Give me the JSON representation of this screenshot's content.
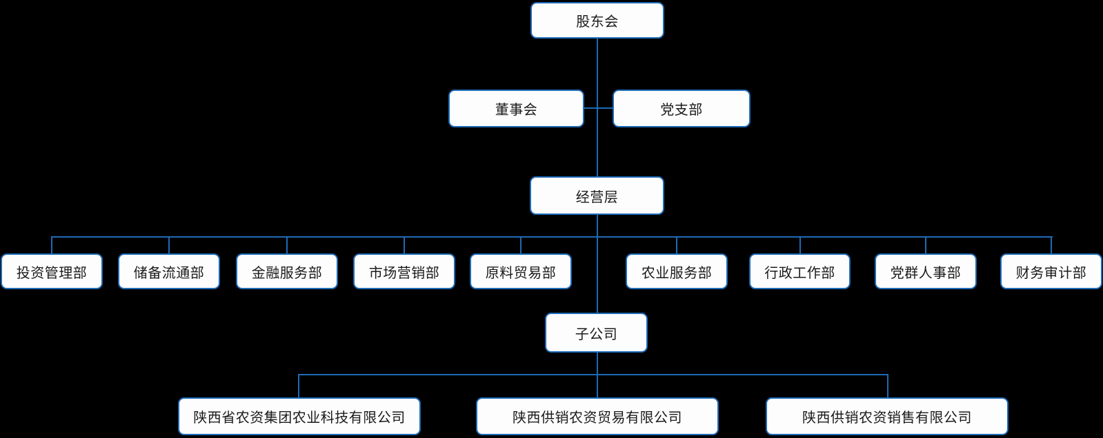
{
  "colors": {
    "background": "#000000",
    "connector_line": "#1E6BB8",
    "node_border": "#1E6BB8",
    "node_fill": "#FDFDFE",
    "node_text": "#1A1A1A"
  },
  "org_chart": {
    "type": "org-chart",
    "root": {
      "label": "股东会"
    },
    "governance": [
      {
        "label": "董事会"
      },
      {
        "label": "党支部"
      }
    ],
    "management": {
      "label": "经营层"
    },
    "departments": [
      {
        "label": "投资管理部"
      },
      {
        "label": "储备流通部"
      },
      {
        "label": "金融服务部"
      },
      {
        "label": "市场营销部"
      },
      {
        "label": "原料贸易部"
      },
      {
        "label": "农业服务部"
      },
      {
        "label": "行政工作部"
      },
      {
        "label": "党群人事部"
      },
      {
        "label": "财务审计部"
      }
    ],
    "subsidiary_group": {
      "label": "子公司"
    },
    "subsidiaries": [
      {
        "label": "陕西省农资集团农业科技有限公司"
      },
      {
        "label": "陕西供销农资贸易有限公司"
      },
      {
        "label": "陕西供销农资销售有限公司"
      }
    ]
  }
}
